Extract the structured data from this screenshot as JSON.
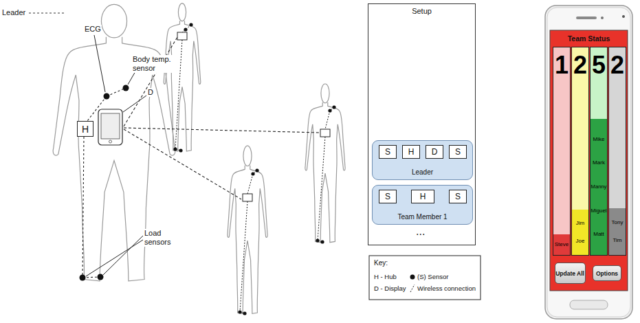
{
  "diagram": {
    "nodes": [
      {
        "text": [
          "H"
        ]
      },
      {
        "text": [
          "Setup"
        ]
      },
      {
        "text": [
          "Leader"
        ],
        "in": 1
      },
      {
        "text": [
          "S"
        ],
        "in": 2
      },
      {
        "text": [
          "H"
        ],
        "in": 2
      },
      {
        "text": [
          "D"
        ],
        "in": 2
      },
      {
        "text": [
          "S"
        ],
        "in": 2
      },
      {
        "text": [
          "Team Member 1"
        ],
        "in": 1
      },
      {
        "text": [
          "S"
        ],
        "in": 7
      },
      {
        "text": [
          "H"
        ],
        "in": 7
      },
      {
        "text": [
          "S"
        ],
        "in": 7
      },
      {
        "text": [
          "Team Status"
        ]
      },
      {
        "text": [
          "1",
          "Steve"
        ]
      },
      {
        "text": [
          "2",
          "Jim",
          "Joe"
        ]
      },
      {
        "text": [
          "5",
          "Mike",
          "Mark",
          "Manny",
          "Miguel",
          "Matt"
        ]
      },
      {
        "text": [
          "2",
          "Tony",
          "Tim"
        ]
      },
      {
        "text": [
          "Update All"
        ]
      },
      {
        "text": [
          "Options"
        ]
      }
    ],
    "labels": [
      "Leader",
      "ECG",
      "Body temp. sensor",
      "D",
      "Load sensors",
      "...",
      "Key:"
    ],
    "legend": [
      {
        "text": "H - Hub"
      },
      {
        "text": "D - Display"
      },
      {
        "text": "(S) Sensor"
      },
      {
        "text": "Wireless connection"
      }
    ]
  }
}
